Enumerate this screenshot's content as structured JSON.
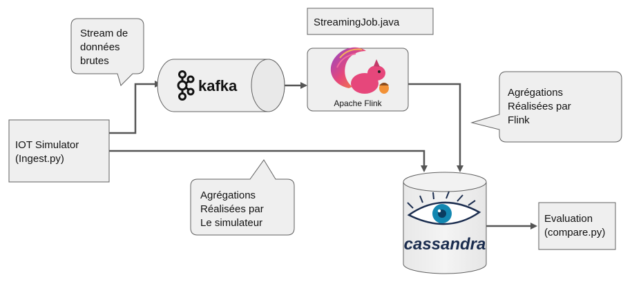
{
  "nodes": {
    "iot_simulator": [
      "IOT Simulator",
      "(Ingest.py)"
    ],
    "kafka": "kafka",
    "flink_file": "StreamingJob.java",
    "flink_label": "Apache Flink",
    "cassandra": "cassandra",
    "evaluation": [
      "Evaluation",
      "(compare.py)"
    ]
  },
  "callouts": {
    "raw_stream": [
      "Stream de",
      "données",
      "brutes"
    ],
    "flink_aggregations": [
      "Agrégations",
      "Réalisées par",
      "Flink"
    ],
    "simulator_aggregations": [
      "Agrégations",
      "Réalisées par",
      "Le simulateur"
    ]
  },
  "colors": {
    "box_fill": "#efefef",
    "box_stroke": "#5f5f5f",
    "arrow": "#555555",
    "kafka_icon": "#111111",
    "flink_pink": "#e6477b",
    "flink_purple": "#8f47c9",
    "flink_orange": "#f29136",
    "cassandra_blue": "#1287b1",
    "cassandra_text": "#1b2d4f"
  },
  "icons": [
    "kafka-logo-icon",
    "flink-squirrel-icon",
    "cassandra-eye-icon"
  ]
}
